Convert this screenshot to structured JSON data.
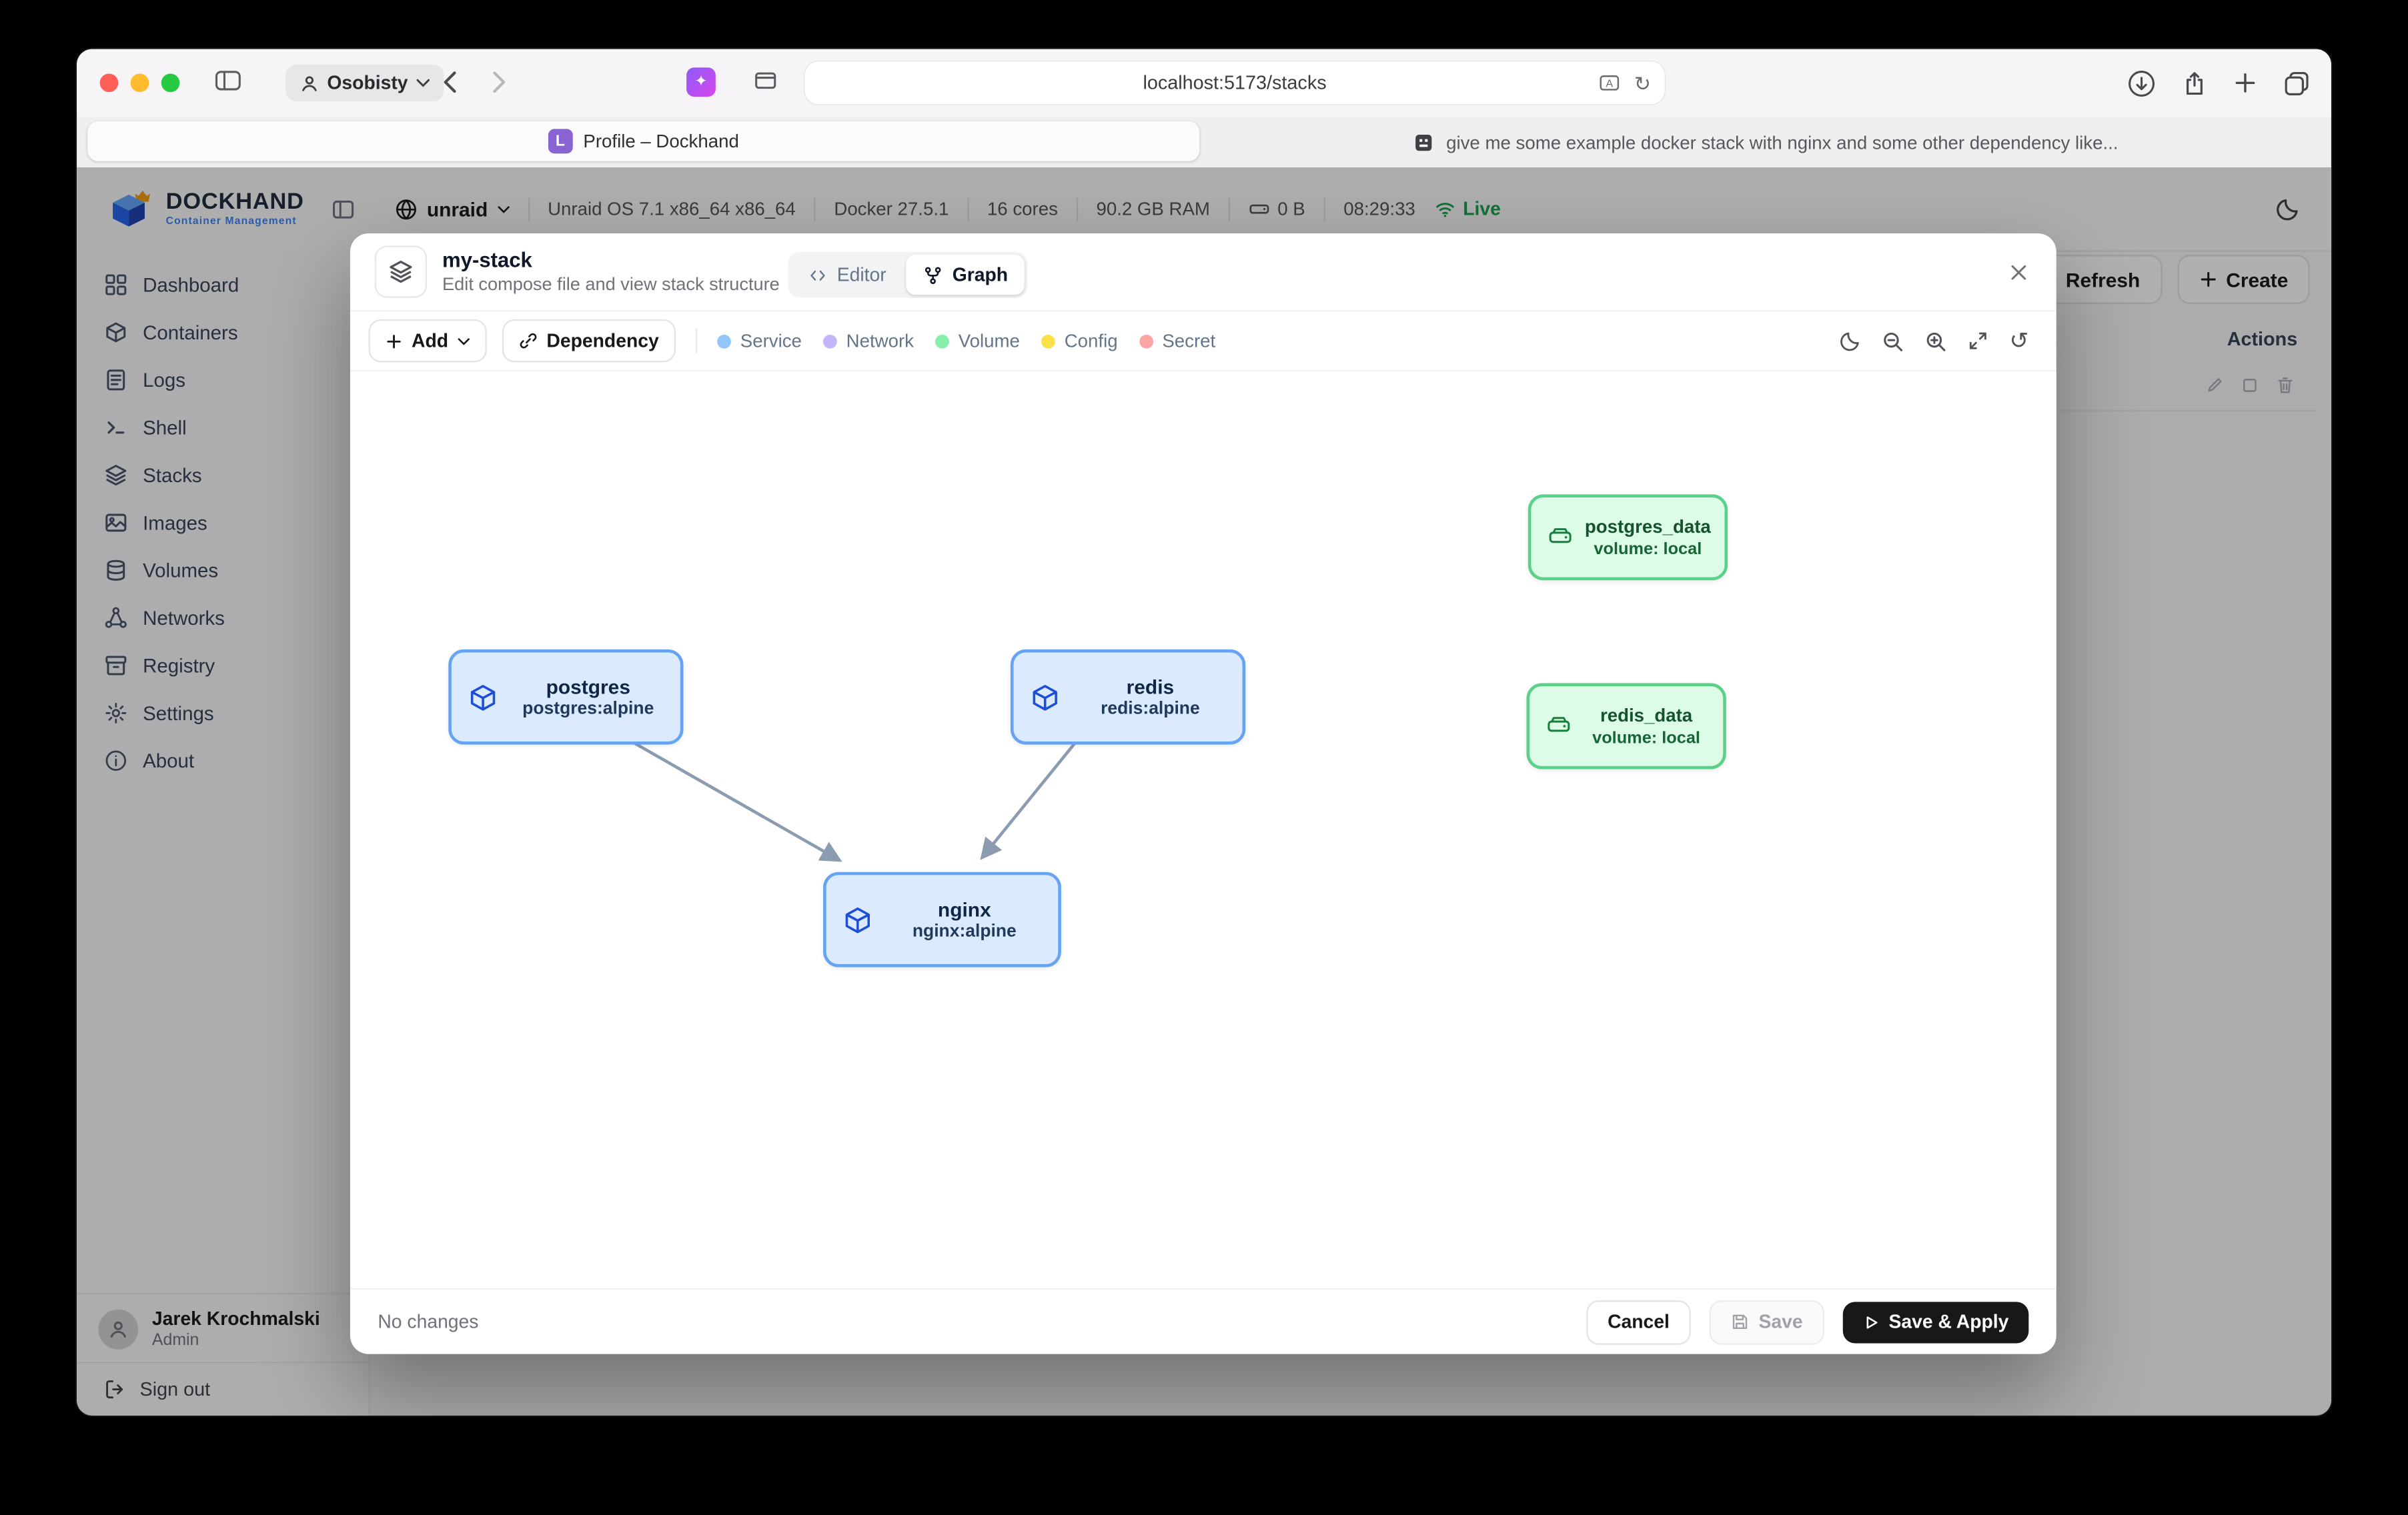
{
  "browser": {
    "profile_label": "Osobisty",
    "url": "localhost:5173/stacks",
    "active_tab": "Profile – Dockhand",
    "active_tab_badge": "L",
    "other_tab": "give me some example docker stack with nginx and some other dependency like..."
  },
  "header": {
    "brand": "DOCKHAND",
    "brand_sub": "Container Management",
    "host": "unraid",
    "os": "Unraid OS 7.1 x86_64 x86_64",
    "docker_version": "Docker 27.5.1",
    "cores": "16 cores",
    "ram": "90.2 GB RAM",
    "disk": "0 B",
    "time": "08:29:33",
    "live": "Live"
  },
  "sidebar": {
    "items": [
      {
        "label": "Dashboard"
      },
      {
        "label": "Containers"
      },
      {
        "label": "Logs"
      },
      {
        "label": "Shell"
      },
      {
        "label": "Stacks"
      },
      {
        "label": "Images"
      },
      {
        "label": "Volumes"
      },
      {
        "label": "Networks"
      },
      {
        "label": "Registry"
      },
      {
        "label": "Settings"
      },
      {
        "label": "About"
      }
    ],
    "user_name": "Jarek Krochmalski",
    "user_role": "Admin",
    "sign_out": "Sign out"
  },
  "stacks_page": {
    "refresh": "Refresh",
    "create": "Create",
    "actions": "Actions"
  },
  "modal": {
    "title": "my-stack",
    "subtitle": "Edit compose file and view stack structure",
    "editor_tab": "Editor",
    "graph_tab": "Graph",
    "add": "Add",
    "dependency": "Dependency",
    "legend": [
      {
        "label": "Service",
        "color": "#93c5fd"
      },
      {
        "label": "Network",
        "color": "#c4b5fd"
      },
      {
        "label": "Volume",
        "color": "#86efac"
      },
      {
        "label": "Config",
        "color": "#fde047"
      },
      {
        "label": "Secret",
        "color": "#fca5a5"
      }
    ],
    "status": "No changes",
    "cancel": "Cancel",
    "save": "Save",
    "save_apply": "Save & Apply"
  },
  "graph": {
    "nodes": [
      {
        "title": "postgres",
        "subtitle": "postgres:alpine",
        "type": "service"
      },
      {
        "title": "redis",
        "subtitle": "redis:alpine",
        "type": "service"
      },
      {
        "title": "nginx",
        "subtitle": "nginx:alpine",
        "type": "service"
      },
      {
        "title": "postgres_data",
        "subtitle": "volume: local",
        "type": "volume"
      },
      {
        "title": "redis_data",
        "subtitle": "volume: local",
        "type": "volume"
      }
    ],
    "edges": [
      {
        "from": "postgres",
        "to": "nginx"
      },
      {
        "from": "redis",
        "to": "nginx"
      }
    ]
  },
  "colors": {
    "service_fill": "#dbeafe",
    "service_border": "#66a3f2",
    "volume_fill": "#dcfce7",
    "volume_border": "#5bd089",
    "live": "#16a34a",
    "apply_bg": "#18181b"
  }
}
